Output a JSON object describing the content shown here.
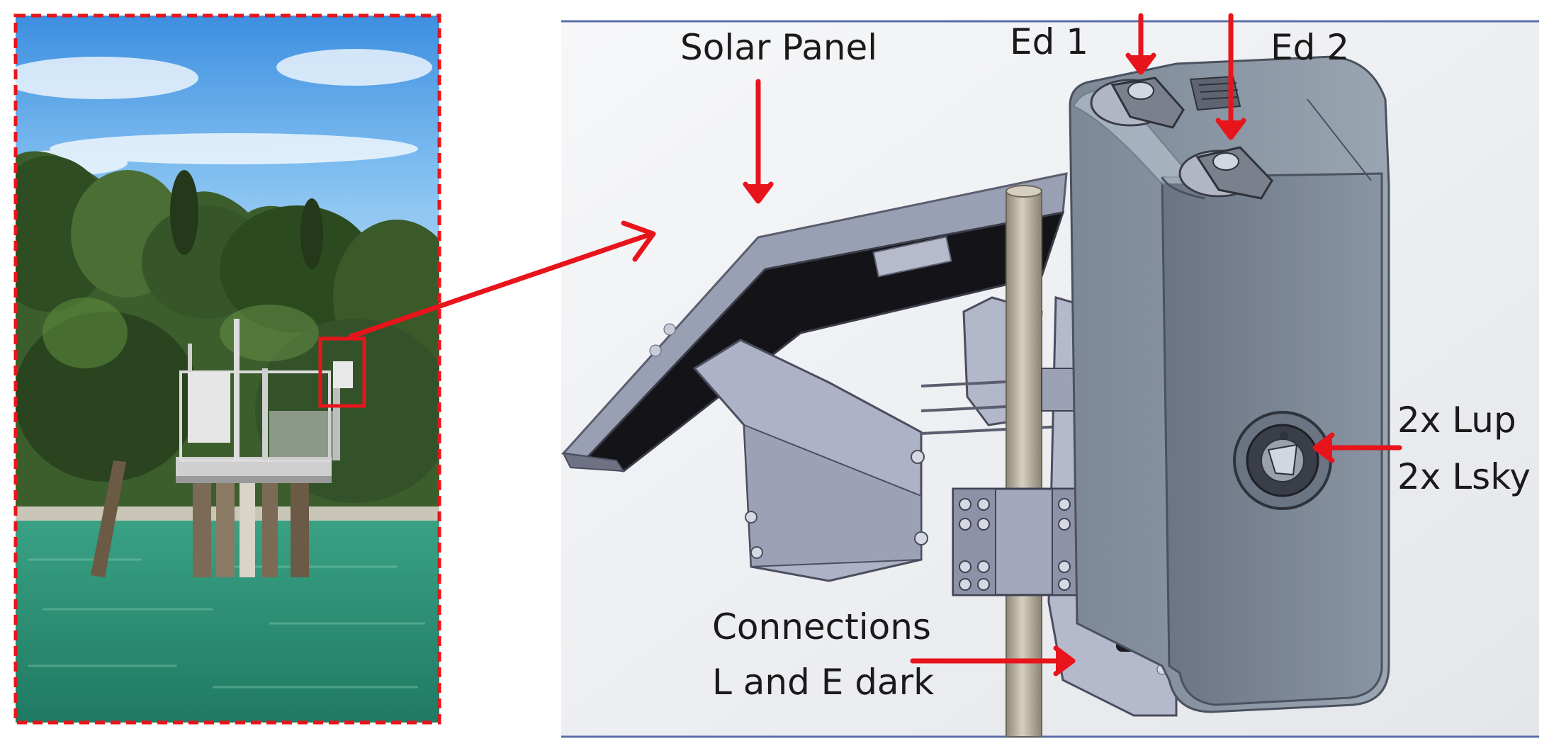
{
  "labels": {
    "solar_panel": "Solar Panel",
    "ed1": "Ed 1",
    "ed2": "Ed 2",
    "lup": "2x Lup",
    "lsky": "2x Lsky",
    "connections_line1": "Connections",
    "connections_line2": "L and E dark"
  },
  "colors": {
    "arrow": "#e8141b",
    "frame_dashed": "#e8141b",
    "sky": "#4a9be0",
    "water": "#2f8a72",
    "foliage": "#3a5a2a",
    "box_body": "#8c98a6",
    "panel_frame": "#9aa0b4",
    "panel_surface": "#141418",
    "bracket": "#a9aec4",
    "pole": "#b8b0a0",
    "rule": "#5a6fa8"
  }
}
